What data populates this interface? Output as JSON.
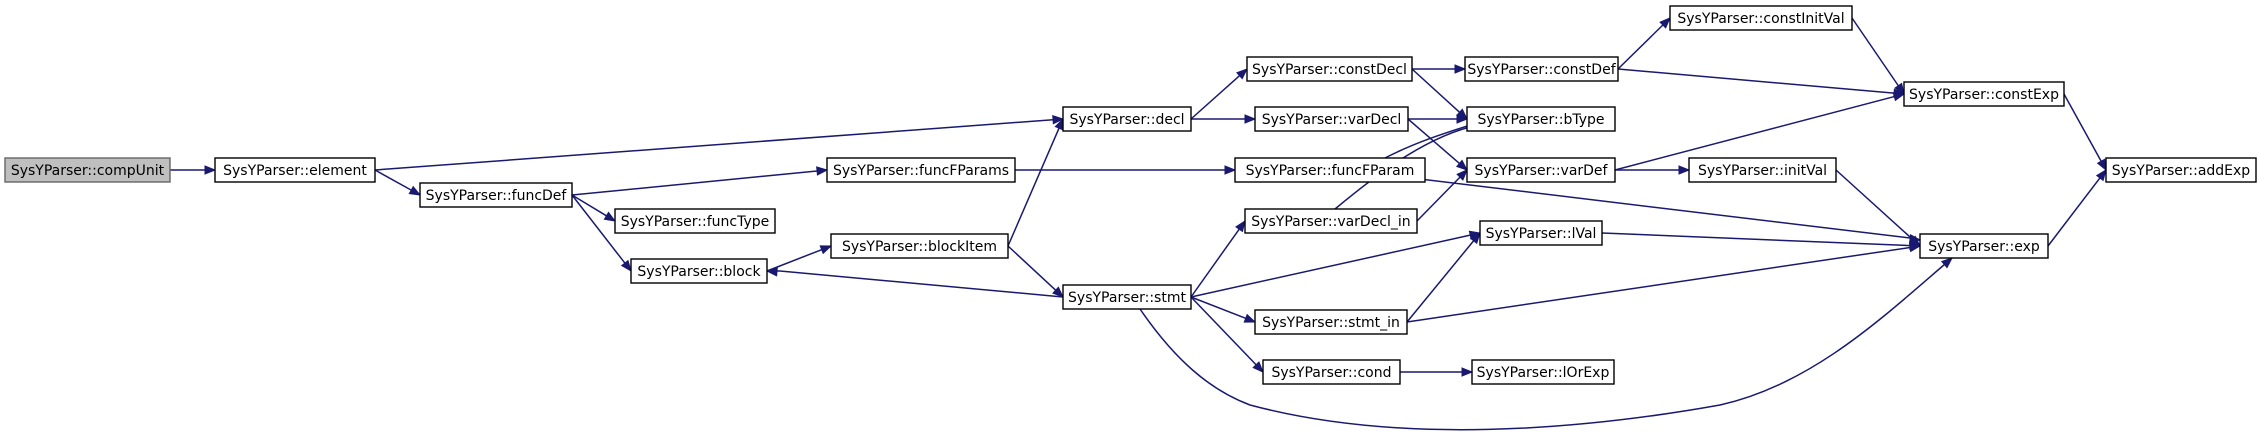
{
  "diagram": {
    "type": "call-graph",
    "colors": {
      "edge": "#191970",
      "root_fill": "#bfbfbf",
      "node_fill": "#ffffff",
      "border": "#000000"
    },
    "nodes": [
      {
        "id": "compUnit",
        "label": "SysYParser::compUnit",
        "root": true
      },
      {
        "id": "element",
        "label": "SysYParser::element"
      },
      {
        "id": "decl",
        "label": "SysYParser::decl"
      },
      {
        "id": "funcDef",
        "label": "SysYParser::funcDef"
      },
      {
        "id": "funcFParams",
        "label": "SysYParser::funcFParams"
      },
      {
        "id": "funcType",
        "label": "SysYParser::funcType"
      },
      {
        "id": "block",
        "label": "SysYParser::block"
      },
      {
        "id": "blockItem",
        "label": "SysYParser::blockItem"
      },
      {
        "id": "stmt",
        "label": "SysYParser::stmt"
      },
      {
        "id": "constDecl",
        "label": "SysYParser::constDecl"
      },
      {
        "id": "varDecl",
        "label": "SysYParser::varDecl"
      },
      {
        "id": "funcFParam",
        "label": "SysYParser::funcFParam"
      },
      {
        "id": "varDecl_in",
        "label": "SysYParser::varDecl_in"
      },
      {
        "id": "stmt_in",
        "label": "SysYParser::stmt_in"
      },
      {
        "id": "cond",
        "label": "SysYParser::cond"
      },
      {
        "id": "constDef",
        "label": "SysYParser::constDef"
      },
      {
        "id": "constInitVal",
        "label": "SysYParser::constInitVal"
      },
      {
        "id": "bType",
        "label": "SysYParser::bType"
      },
      {
        "id": "varDef",
        "label": "SysYParser::varDef"
      },
      {
        "id": "lVal",
        "label": "SysYParser::lVal"
      },
      {
        "id": "lOrExp",
        "label": "SysYParser::lOrExp"
      },
      {
        "id": "constExp",
        "label": "SysYParser::constExp"
      },
      {
        "id": "initVal",
        "label": "SysYParser::initVal"
      },
      {
        "id": "exp",
        "label": "SysYParser::exp"
      },
      {
        "id": "addExp",
        "label": "SysYParser::addExp"
      }
    ],
    "edges": [
      [
        "compUnit",
        "element"
      ],
      [
        "element",
        "decl"
      ],
      [
        "element",
        "funcDef"
      ],
      [
        "funcDef",
        "funcFParams"
      ],
      [
        "funcDef",
        "funcType"
      ],
      [
        "funcDef",
        "block"
      ],
      [
        "funcFParams",
        "funcFParam"
      ],
      [
        "block",
        "blockItem"
      ],
      [
        "blockItem",
        "decl"
      ],
      [
        "blockItem",
        "stmt"
      ],
      [
        "stmt",
        "block"
      ],
      [
        "stmt",
        "varDecl_in"
      ],
      [
        "stmt",
        "lVal"
      ],
      [
        "stmt",
        "stmt_in"
      ],
      [
        "stmt",
        "cond"
      ],
      [
        "stmt",
        "exp"
      ],
      [
        "decl",
        "constDecl"
      ],
      [
        "decl",
        "varDecl"
      ],
      [
        "constDecl",
        "constDef"
      ],
      [
        "constDecl",
        "bType"
      ],
      [
        "varDecl",
        "bType"
      ],
      [
        "varDecl",
        "varDef"
      ],
      [
        "funcFParam",
        "bType"
      ],
      [
        "funcFParam",
        "exp"
      ],
      [
        "varDecl_in",
        "bType"
      ],
      [
        "varDecl_in",
        "varDef"
      ],
      [
        "stmt_in",
        "lVal"
      ],
      [
        "stmt_in",
        "exp"
      ],
      [
        "cond",
        "lOrExp"
      ],
      [
        "constDef",
        "constInitVal"
      ],
      [
        "constDef",
        "constExp"
      ],
      [
        "constInitVal",
        "constExp"
      ],
      [
        "varDef",
        "constExp"
      ],
      [
        "varDef",
        "initVal"
      ],
      [
        "initVal",
        "exp"
      ],
      [
        "lVal",
        "exp"
      ],
      [
        "constExp",
        "addExp"
      ],
      [
        "exp",
        "addExp"
      ]
    ]
  }
}
